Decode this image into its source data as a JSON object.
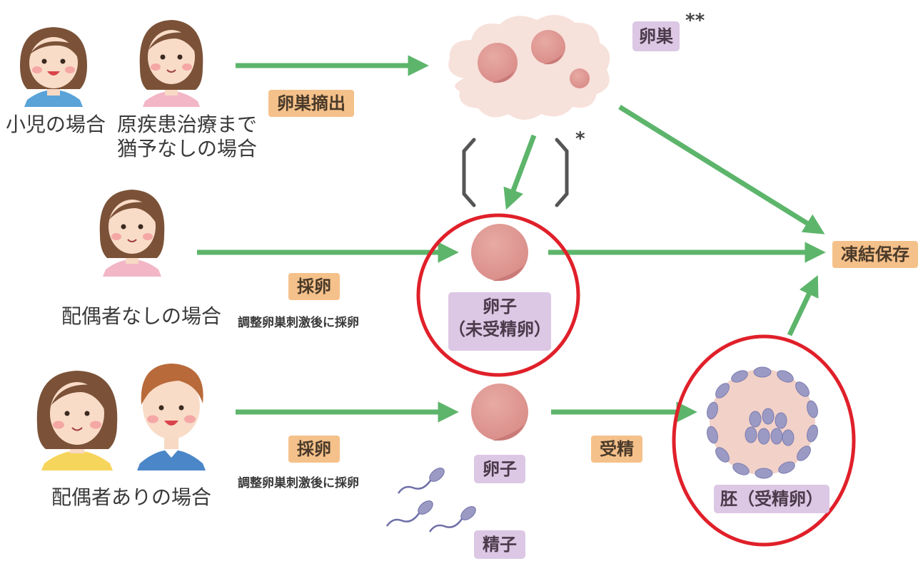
{
  "labels": {
    "child_case": "小児の場合",
    "no_delay_case_line1": "原疾患治療まで",
    "no_delay_case_line2": "猶予なしの場合",
    "no_spouse_case": "配偶者なしの場合",
    "spouse_case": "配偶者ありの場合"
  },
  "tags": {
    "ovary_removal": "卵巣摘出",
    "egg_retrieval_1": "採卵",
    "egg_retrieval_2": "採卵",
    "fertilization": "受精",
    "cryopreservation": "凍結保存",
    "ovary": "卵巣",
    "egg_unfertilized_line1": "卵子",
    "egg_unfertilized_line2": "（未受精卵）",
    "egg": "卵子",
    "sperm": "精子",
    "embryo": "胚（受精卵）"
  },
  "notes": {
    "stimulation_1": "調整卵巣刺激後に採卵",
    "stimulation_2": "調整卵巣刺激後に採卵"
  },
  "markers": {
    "single": "*",
    "double": "**"
  },
  "colors": {
    "arrow": "#5db56b",
    "highlight_circle": "#e0202a",
    "tag_orange": "#f5c18a",
    "tag_purple": "#dcc7e4"
  }
}
